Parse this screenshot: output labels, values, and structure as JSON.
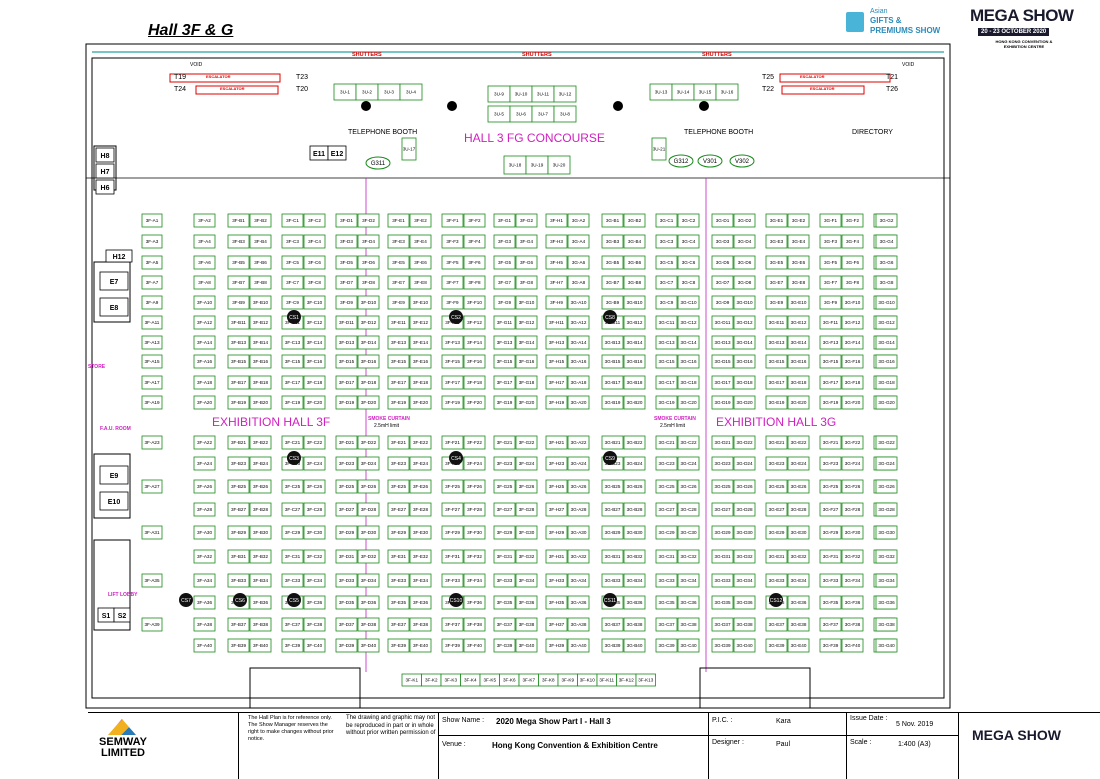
{
  "title": "Hall 3F & G",
  "logos": {
    "gifts_asian": "Asian",
    "gifts_line1": "GIFTS &",
    "gifts_line2": "PREMIUMS SHOW",
    "mega_show": "MEGA SHOW",
    "mega_dates": "20 - 23 OCTOBER 2020",
    "mega_venue": "HONG KONG CONVENTION & EXHIBITION CENTRE",
    "semway": "SEMWAY LIMITED",
    "footer_mega": "MEGA SHOW"
  },
  "labels": {
    "concourse": "HALL 3 FG CONCOURSE",
    "hall_3f": "EXHIBITION HALL 3F",
    "hall_3g": "EXHIBITION HALL 3G",
    "telephone_booth_left": "TELEPHONE BOOTH",
    "telephone_booth_right": "TELEPHONE BOOTH",
    "directory": "DIRECTORY",
    "shutters": "SHUTTERS",
    "escalator": "ESCALATOR",
    "smoke_curtain_left_1": "SMOKE CURTAIN",
    "smoke_curtain_left_2": "2.5mH limit",
    "smoke_curtain_right_1": "SMOKE CURTAIN",
    "smoke_curtain_right_2": "2.5mH limit",
    "store": "STORE",
    "fau_room": "F.A.U. ROOM",
    "lift_lobby": "LIFT LOBBY",
    "void": "VOID"
  },
  "rooms": [
    "E11",
    "E12",
    "H8",
    "H7",
    "H6",
    "H12",
    "E7",
    "E8",
    "E9",
    "E10",
    "S1",
    "S2",
    "T19",
    "T24",
    "T23",
    "T20",
    "T25",
    "T22",
    "T21",
    "T26",
    "G311",
    "G312",
    "V301",
    "V302"
  ],
  "concourse_booths": {
    "left": [
      "3U-1",
      "3U-2",
      "3U-3",
      "3U-4"
    ],
    "mid_top": [
      "3U-9",
      "3U-10",
      "3U-11",
      "3U-12"
    ],
    "mid_bottom": [
      "3U-5",
      "3U-6",
      "3U-7",
      "3U-8"
    ],
    "right": [
      "3U-13",
      "3U-14",
      "3U-15",
      "3U-16"
    ],
    "lower": [
      "3U-18",
      "3U-19",
      "3U-20"
    ],
    "side": [
      "3U-17",
      "3U-21"
    ]
  },
  "columns": [
    "3F-A",
    "3F-B",
    "3F-C",
    "3F-D",
    "3F-E",
    "3F-F",
    "3F-G",
    "3F-H",
    "3G-A",
    "3G-B",
    "3G-C",
    "3G-D",
    "3G-E",
    "3G-F",
    "3G-G"
  ],
  "k_row": [
    "3F-K1",
    "3F-K2",
    "3F-K3",
    "3F-K4",
    "3F-K5",
    "3F-K6",
    "3F-K7",
    "3F-K8",
    "3F-K9",
    "3F-K10",
    "3F-K11",
    "3F-K12",
    "3F-K13"
  ],
  "stands": [
    "CS1",
    "CS2",
    "CS3",
    "CS4",
    "CS5",
    "CS6",
    "CS7",
    "CS8",
    "CS9",
    "CS10",
    "CS11",
    "CS12"
  ],
  "footer": {
    "disclaimer1": "The Hall Plan is for reference only. The Show Manager reserves the right to make changes without prior notice.",
    "disclaimer2": "The drawing and graphic may not be reproduced in part or in whole without prior written permission of",
    "show_name_label": "Show Name :",
    "show_name": "2020 Mega Show Part I - Hall 3",
    "venue_label": "Venue :",
    "venue": "Hong Kong Convention & Exhibition Centre",
    "pic_label": "P.I.C. :",
    "pic": "Kara",
    "designer_label": "Designer :",
    "designer": "Paul",
    "issue_label": "Issue Date :",
    "issue": "5 Nov. 2019",
    "scale_label": "Scale :",
    "scale": "1:400 (A3)"
  },
  "colors": {
    "booth_border": "#1a8a1a",
    "hall_label": "#d020c0",
    "accent_red": "#d00000"
  }
}
